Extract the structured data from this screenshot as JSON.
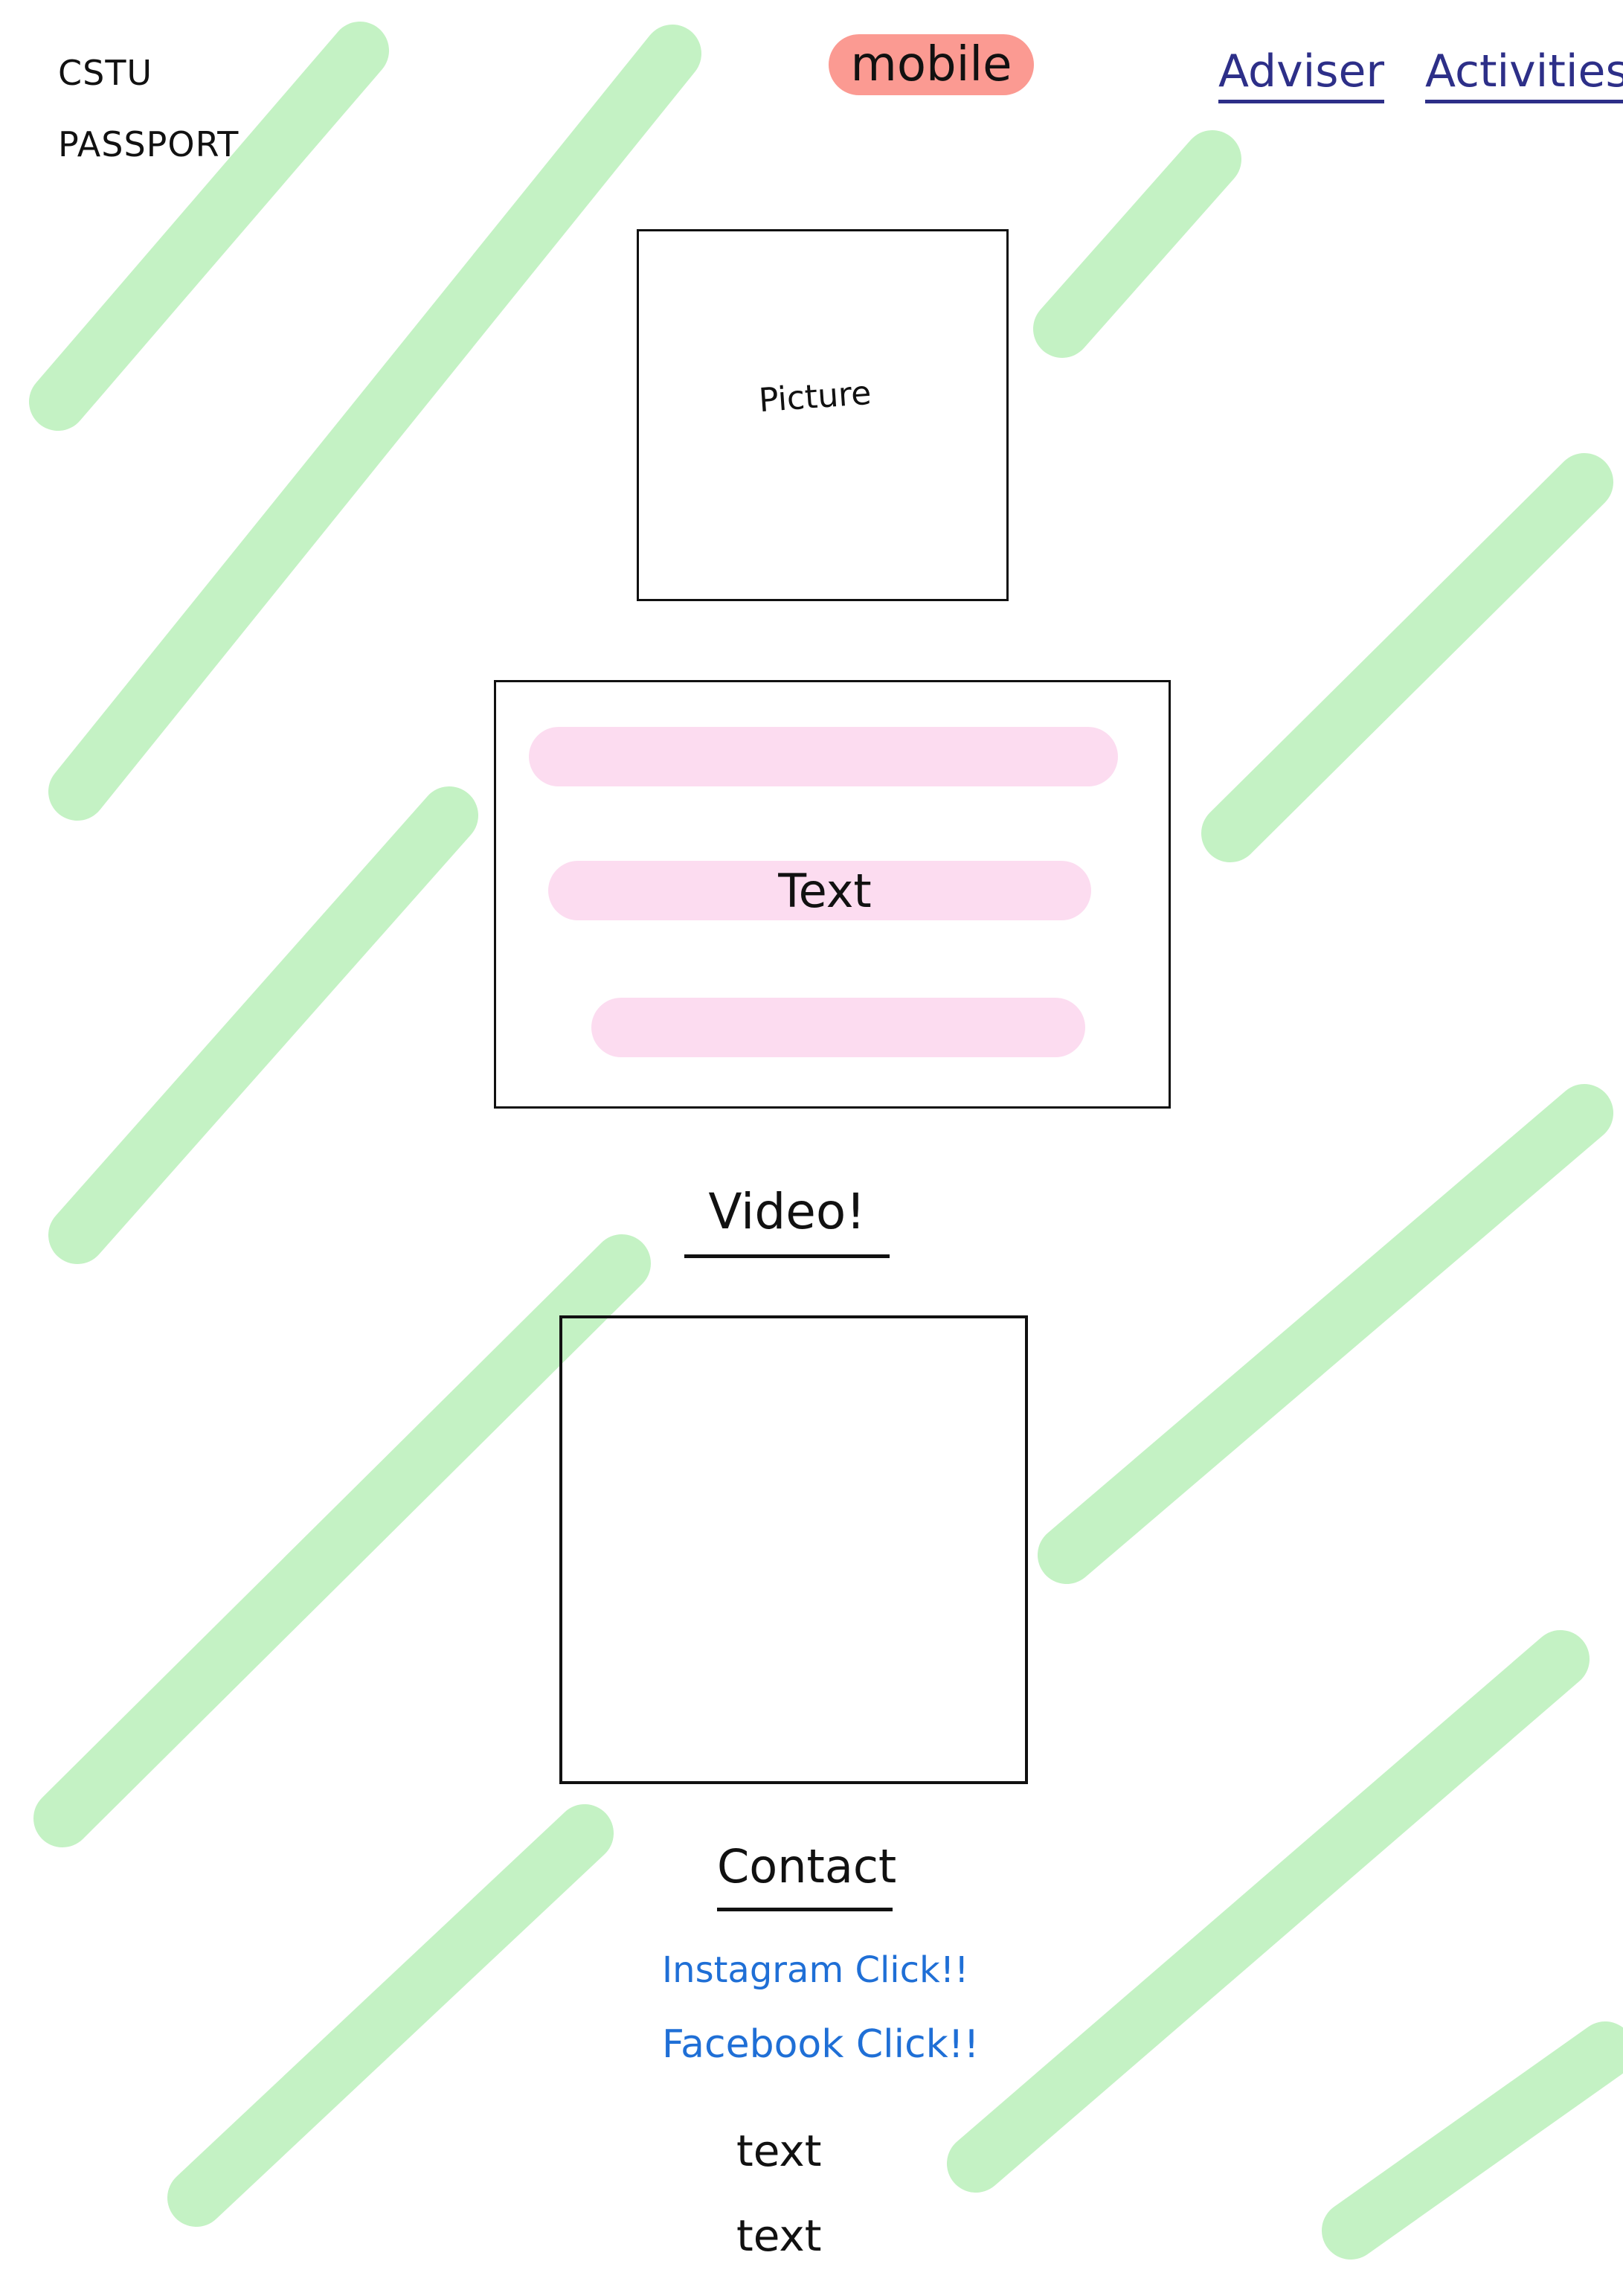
{
  "header": {
    "logo_line_1": "CSTU",
    "logo_line_2": "PASSPORT",
    "mode_label": "mobile",
    "nav": [
      {
        "label": "Adviser"
      },
      {
        "label": "Activities"
      }
    ]
  },
  "picture": {
    "label": "Picture"
  },
  "text_panel": {
    "label": "Text"
  },
  "video": {
    "heading": "Video!"
  },
  "contact": {
    "heading": "Contact",
    "instagram": "Instagram Click!!",
    "facebook": "Facebook Click!!"
  },
  "footer": {
    "lines": [
      "text",
      "text"
    ]
  },
  "colors": {
    "background": "#ffffff",
    "decor_stripes": "#c4f2c4",
    "mode_pill": "#fb9a92",
    "text_placeholder": "#fcdcf0",
    "nav_link": "#2d2f88",
    "social_link": "#1f6fd6"
  }
}
